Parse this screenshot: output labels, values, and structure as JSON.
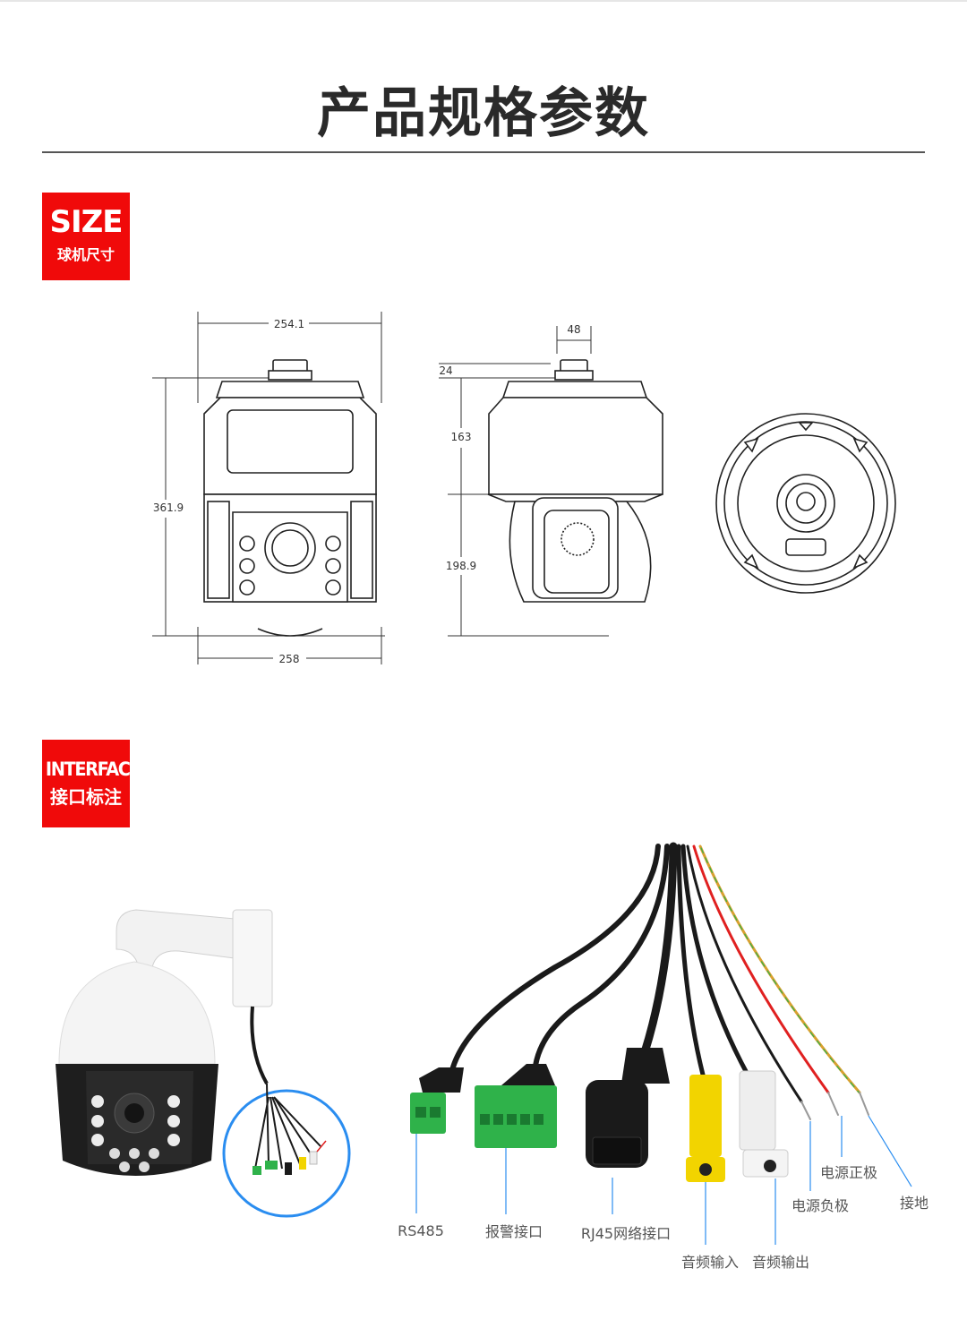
{
  "page": {
    "title": "产品规格参数"
  },
  "size_section": {
    "badge_en": "SIZE",
    "badge_zh": "球机尺寸",
    "dimensions": {
      "front_top_width": "254.1",
      "front_total_height": "361.9",
      "front_bottom_width": "258",
      "side_mount_width": "48",
      "side_mount_height": "24",
      "side_upper_height": "163",
      "side_lower_height": "198.9"
    }
  },
  "interface_section": {
    "badge_en": "INTERFACE",
    "badge_zh": "接口标注",
    "labels": {
      "rs485": "RS485",
      "alarm": "报警接口",
      "rj45": "RJ45网络接口",
      "audio_in": "音频输入",
      "audio_out": "音频输出",
      "power_pos": "电源正极",
      "power_neg": "电源负极",
      "ground": "接地"
    },
    "colors": {
      "badge_red": "#f00a0a",
      "terminal_green": "#2fb24a",
      "rca_yellow": "#f2d400",
      "highlight_blue": "#2a8df0",
      "wire_red": "#e02020"
    }
  }
}
